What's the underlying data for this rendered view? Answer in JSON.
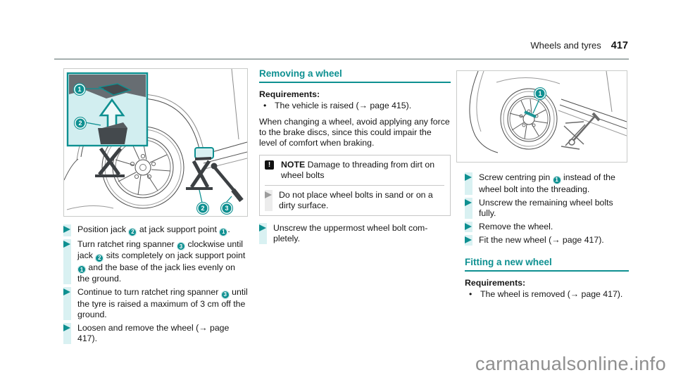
{
  "colors": {
    "accent_teal": "#0e9091",
    "accent_teal_light": "#d9f1f2",
    "note_icon_bg": "#111111",
    "rule_gray": "#a5afae",
    "watermark_gray": "#8f8f8f"
  },
  "header": {
    "title": "Wheels and tyres",
    "page_number": "417"
  },
  "watermark": "carmanualsonline.info",
  "left_column": {
    "figure": {
      "description": "jack-at-jack-support-point-illustration",
      "callouts": [
        {
          "n": "1"
        },
        {
          "n": "2"
        },
        {
          "n": "2"
        },
        {
          "n": "3"
        }
      ]
    },
    "steps": [
      [
        {
          "t": "Position jack "
        },
        {
          "c": "2"
        },
        {
          "t": " at jack support point "
        },
        {
          "c": "1"
        },
        {
          "t": "."
        }
      ],
      [
        {
          "t": "Turn ratchet ring spanner "
        },
        {
          "c": "3"
        },
        {
          "t": " clockwise until jack "
        },
        {
          "c": "2"
        },
        {
          "t": " sits completely on jack support point "
        },
        {
          "c": "1"
        },
        {
          "t": " and the base of the jack lies evenly on the ground."
        }
      ],
      [
        {
          "t": "Continue to turn ratchet ring spanner "
        },
        {
          "c": "3"
        },
        {
          "t": " until the tyre is raised a maximum of 3 cm off the ground."
        }
      ],
      [
        {
          "t": "Loosen and remove the wheel (→ page 417)."
        }
      ]
    ]
  },
  "middle_column": {
    "heading": "Removing a wheel",
    "requirements_label": "Requirements:",
    "requirements": [
      "The vehicle is raised (→ page 415)."
    ],
    "paragraph": "When changing a wheel, avoid applying any force to the brake discs, since this could impair the level of comfort when braking.",
    "note": {
      "icon": "exclamation-icon",
      "title": [
        {
          "b": "NOTE"
        },
        {
          "t": " Damage to threading from dirt on wheel bolts"
        }
      ],
      "items": [
        [
          {
            "t": "Do not place wheel bolts in sand or on a dirty surface."
          }
        ]
      ]
    },
    "steps": [
      [
        {
          "t": "Unscrew the uppermost wheel bolt com­pletely."
        }
      ]
    ]
  },
  "right_column": {
    "figure": {
      "description": "centring-pin-in-wheel-hub-illustration",
      "callouts": [
        {
          "n": "1"
        }
      ]
    },
    "steps": [
      [
        {
          "t": "Screw centring pin "
        },
        {
          "c": "1"
        },
        {
          "t": " instead of the wheel bolt into the threading."
        }
      ],
      [
        {
          "t": "Unscrew the remaining wheel bolts fully."
        }
      ],
      [
        {
          "t": "Remove the wheel."
        }
      ],
      [
        {
          "t": "Fit the new wheel (→ page 417)."
        }
      ]
    ],
    "section": {
      "heading": "Fitting a new wheel",
      "requirements_label": "Requirements:",
      "requirements": [
        "The wheel is removed (→ page 417)."
      ]
    }
  }
}
